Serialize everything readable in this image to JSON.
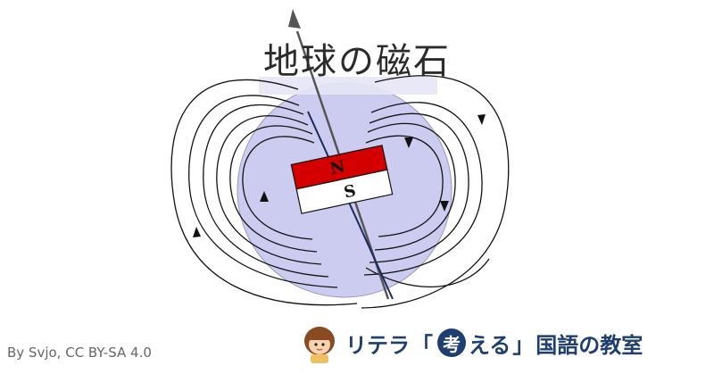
{
  "title": "地球の磁石",
  "magnet": {
    "north_label": "N",
    "south_label": "S",
    "north_color": "#d40000",
    "south_color": "#ffffff"
  },
  "field_color": "#ccccf0",
  "credit": "By Svjo, CC BY-SA 4.0",
  "brand": {
    "part1": "リテラ",
    "bracket_open": "「",
    "circle_char": "考",
    "part2": "える",
    "bracket_close": "」",
    "part3": "国語の教室",
    "text_color": "#1f3f6e",
    "avatar_icon": "child-avatar-icon"
  }
}
